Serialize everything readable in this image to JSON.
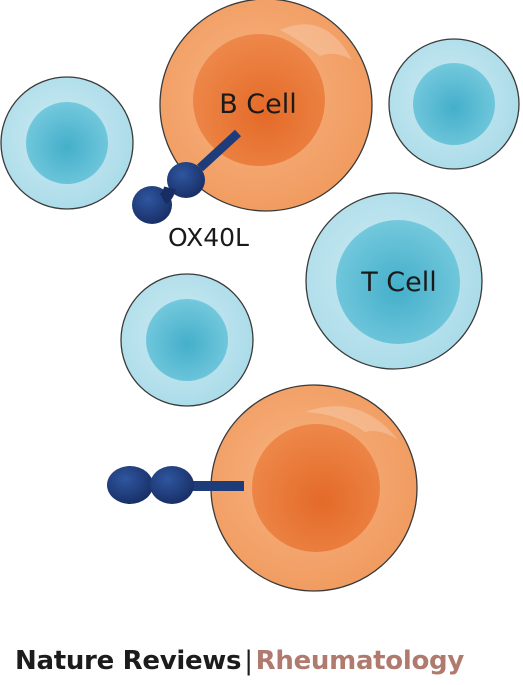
{
  "labels": {
    "b_cell": "B Cell",
    "t_cell": "T Cell",
    "ox40l": "OX40L"
  },
  "footer": {
    "journal": "Nature Reviews",
    "separator": "|",
    "section": "Rheumatology"
  },
  "colors": {
    "b_cell_outer": "#f3a46c",
    "b_cell_inner": "#e97836",
    "t_cell_outer": "#b5e1ec",
    "t_cell_inner": "#5bbdd3",
    "cell_outline": "#3a3a3a",
    "ligand": "#1f3c7a",
    "section_text": "#b07a6e"
  }
}
